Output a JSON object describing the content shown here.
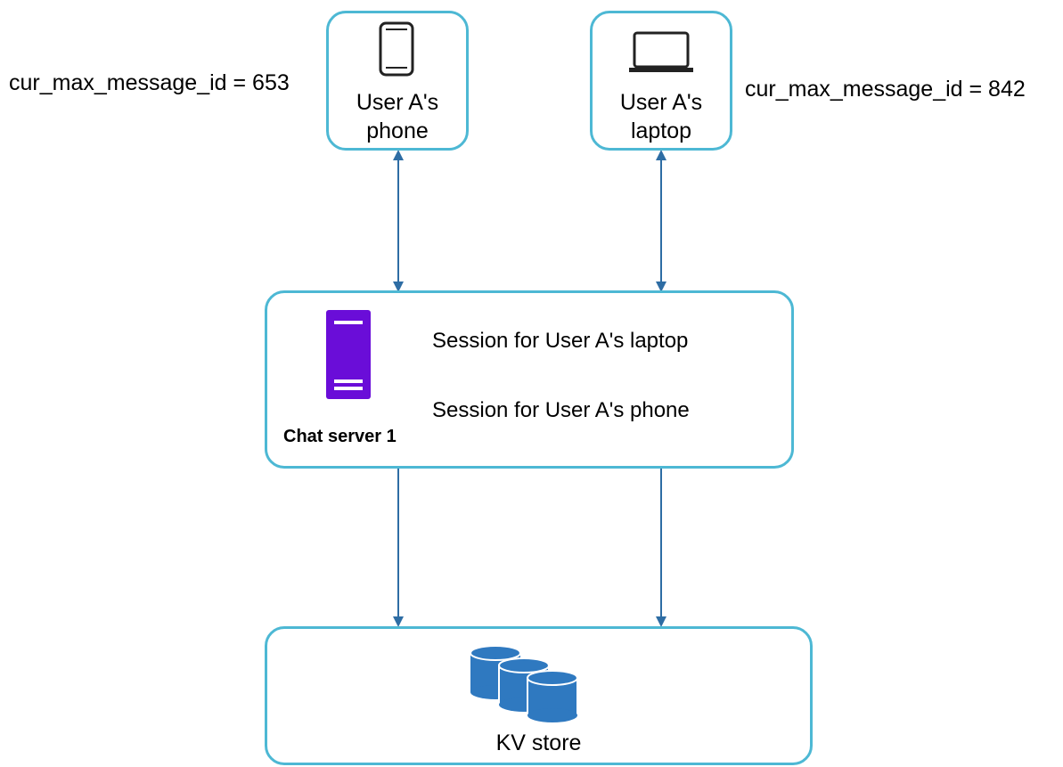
{
  "phone": {
    "label_line1": "User A's",
    "label_line2": "phone",
    "counter": "cur_max_message_id = 653",
    "icon": "smartphone-icon"
  },
  "laptop": {
    "label_line1": "User A's",
    "label_line2": "laptop",
    "counter": "cur_max_message_id = 842",
    "icon": "laptop-icon"
  },
  "chat_server": {
    "name": "Chat server 1",
    "icon": "server-icon",
    "sessions": [
      "Session for User A's laptop",
      "Session for User A's phone"
    ]
  },
  "kv_store": {
    "label": "KV store",
    "icon": "database-cluster-icon"
  },
  "colors": {
    "box_border": "#4db8d4",
    "arrow": "#2e6da4",
    "server": "#6a0dd8",
    "database": "#2f79c0"
  }
}
